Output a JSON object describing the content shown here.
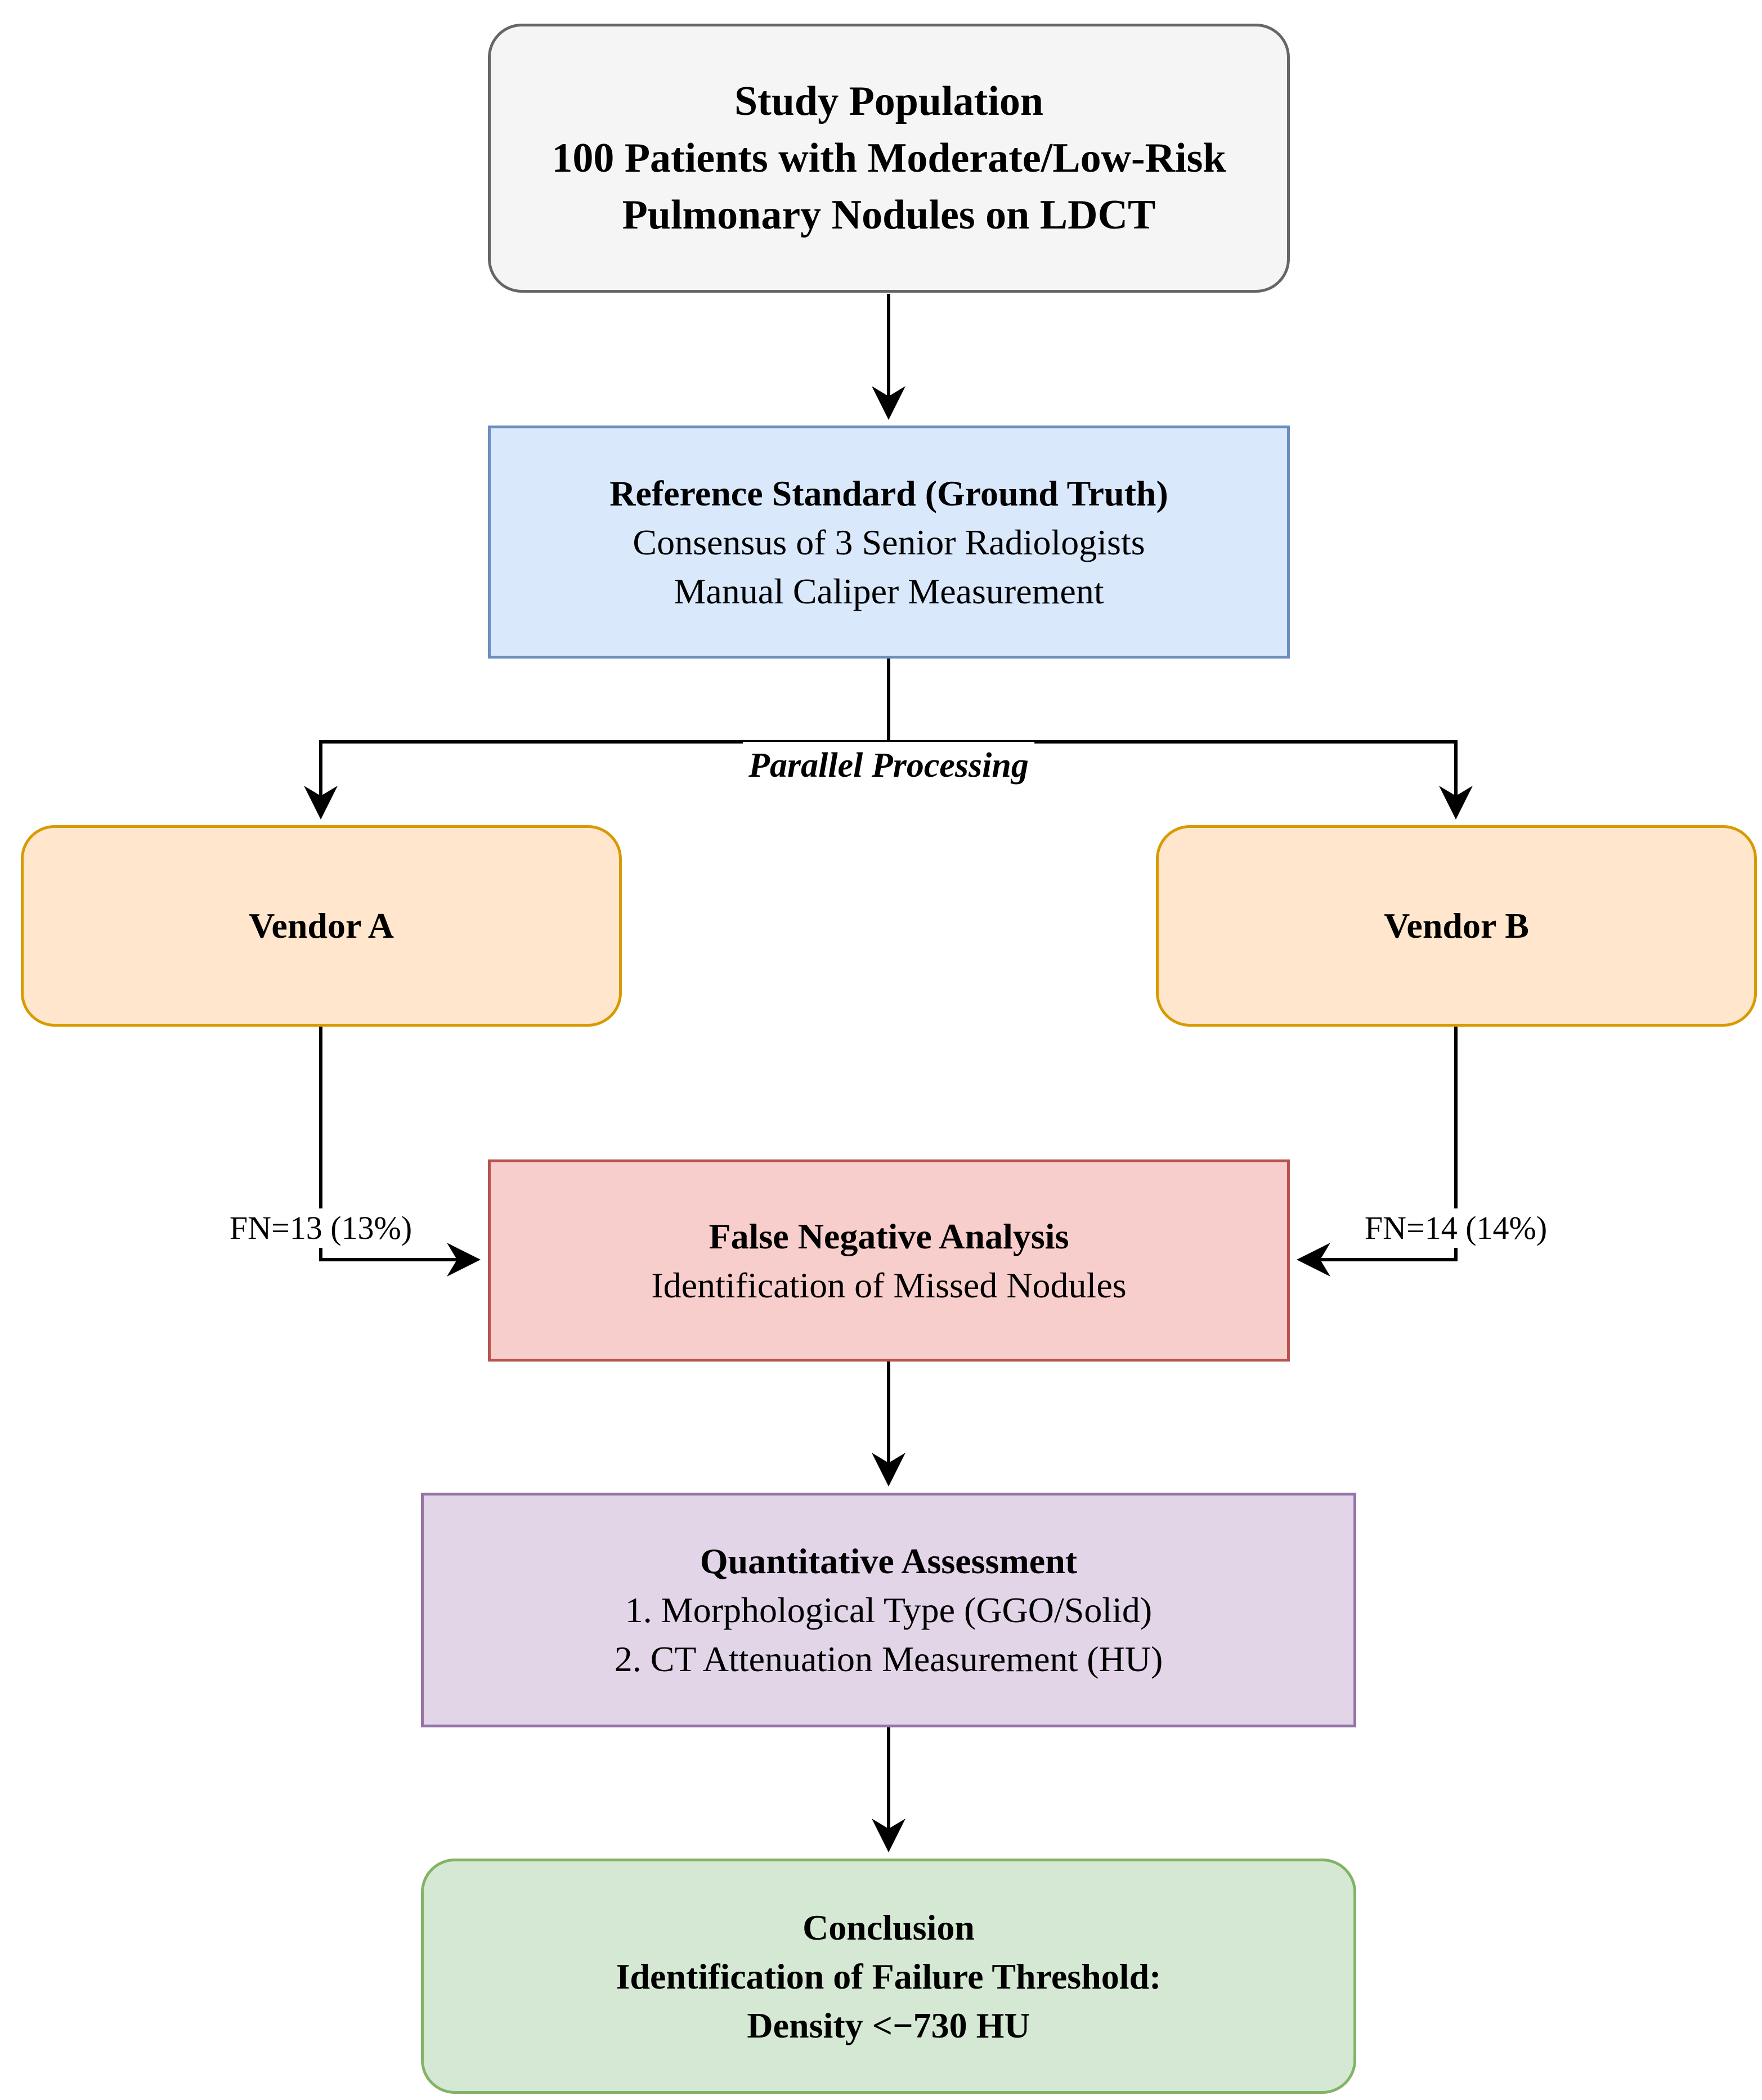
{
  "colors": {
    "population_fill": "#f5f5f5",
    "population_stroke": "#666666",
    "reference_fill": "#dae8fc",
    "reference_stroke": "#6c8ebf",
    "vendor_fill": "#ffe6cc",
    "vendor_stroke": "#d79b00",
    "fn_fill": "#f8cecc",
    "fn_stroke": "#b85450",
    "quant_fill": "#e1d5e7",
    "quant_stroke": "#9673a6",
    "conclusion_fill": "#d5e8d4",
    "conclusion_stroke": "#82b366",
    "arrow": "#000000"
  },
  "population": {
    "line1": "Study Population",
    "line2": "100 Patients with Moderate/Low-Risk",
    "line3": "Pulmonary Nodules on LDCT"
  },
  "reference": {
    "title": "Reference Standard (Ground Truth)",
    "line1": "Consensus of 3 Senior Radiologists",
    "line2": "Manual Caliper Measurement"
  },
  "parallel_label": "Parallel Processing",
  "vendor_a": {
    "label": "Vendor A"
  },
  "vendor_b": {
    "label": "Vendor B"
  },
  "fn_a_label": "FN=13 (13%)",
  "fn_b_label": "FN=14 (14%)",
  "false_negative": {
    "title": "False Negative Analysis",
    "line1": "Identification of Missed Nodules"
  },
  "quantitative": {
    "title": "Quantitative Assessment",
    "line1": "1. Morphological Type (GGO/Solid)",
    "line2": "2. CT Attenuation Measurement (HU)"
  },
  "conclusion": {
    "line1": "Conclusion",
    "line2": "Identification of Failure Threshold:",
    "line3": "Density <−730 HU"
  }
}
